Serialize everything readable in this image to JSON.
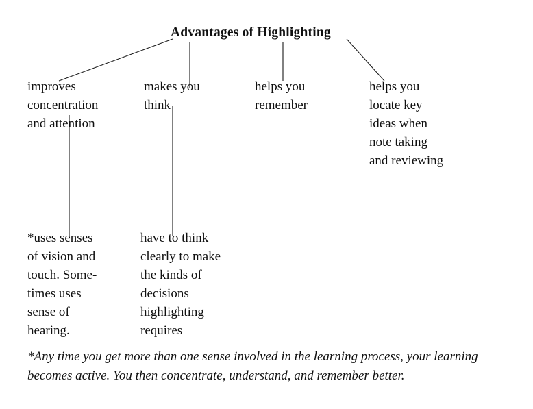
{
  "document": {
    "title": "Advantages of Highlighting",
    "background_color": "#ffffff",
    "text_color": "#101010",
    "line_color": "#1a1a1a"
  },
  "branches": [
    {
      "id": "branch-0",
      "text": "improves\nconcentration\nand attention"
    },
    {
      "id": "branch-1",
      "text": "makes you\nthink"
    },
    {
      "id": "branch-2",
      "text": "helps you\nremember"
    },
    {
      "id": "branch-3",
      "text": "helps you\nlocate key\nideas when\nnote taking\nand reviewing"
    }
  ],
  "details": [
    {
      "id": "detail-0",
      "text": "*uses senses\nof vision and\ntouch. Some-\ntimes uses\nsense of\nhearing."
    },
    {
      "id": "detail-1",
      "text": "have to think\nclearly to make\nthe kinds of\ndecisions\nhighlighting\nrequires"
    }
  ],
  "footnote": {
    "text": "*Any time you get more than one sense involved in the learning process, your learning becomes active. You then concentrate, understand, and remember better."
  }
}
